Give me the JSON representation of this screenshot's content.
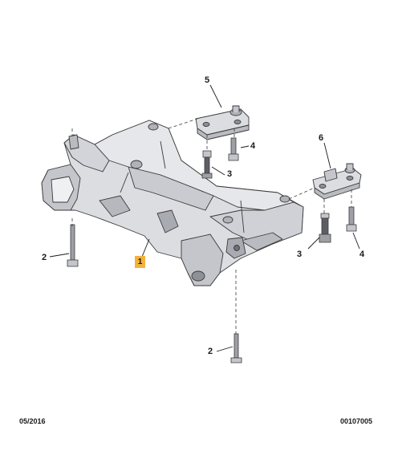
{
  "diagram": {
    "callouts": [
      {
        "id": "c5",
        "label": "5"
      },
      {
        "id": "c4a",
        "label": "4"
      },
      {
        "id": "c3a",
        "label": "3"
      },
      {
        "id": "c6",
        "label": "6"
      },
      {
        "id": "c3b",
        "label": "3"
      },
      {
        "id": "c4b",
        "label": "4"
      },
      {
        "id": "c2a",
        "label": "2"
      },
      {
        "id": "c1",
        "label": "1"
      },
      {
        "id": "c2b",
        "label": "2"
      }
    ],
    "colors": {
      "part_fill": "#dcdde1",
      "part_shade": "#c4c6cc",
      "part_dark": "#a9abb2",
      "outline": "#3a3a3a",
      "bolt": "#9ea0a6",
      "highlight": "#f3b23a"
    }
  },
  "footer": {
    "date": "05/2016",
    "reference": "00107005"
  }
}
